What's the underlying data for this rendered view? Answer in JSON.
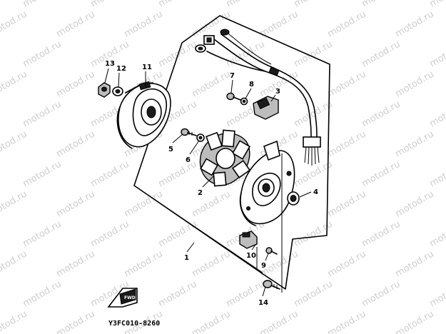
{
  "watermark_text": "motod.ru",
  "part_numbers": {
    "p1": "1",
    "p2": "2",
    "p3": "3",
    "p4": "4",
    "p5": "5",
    "p6": "6",
    "p7": "7",
    "p8": "8",
    "p9": "9",
    "p10": "10",
    "p11": "11",
    "p12": "12",
    "p13": "13",
    "p14": "14"
  },
  "diagram_code": "Y3FC010-8260",
  "fwd_label": "FWD"
}
